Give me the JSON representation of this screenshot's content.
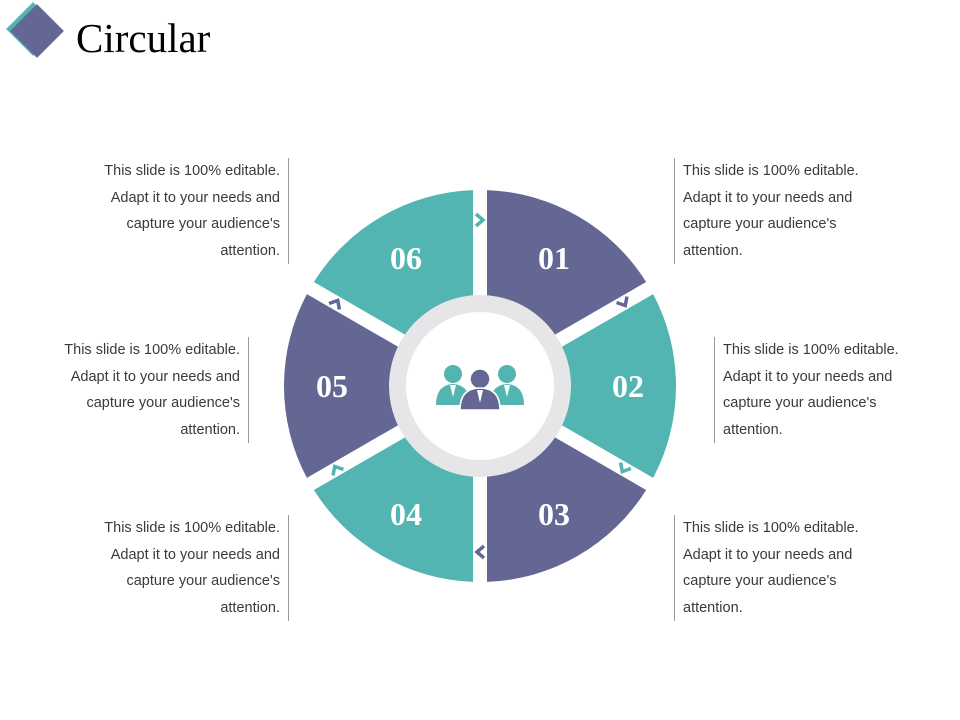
{
  "title": "Circular",
  "colors": {
    "teal": "#52b5b1",
    "purple": "#646694",
    "ring": "#e6e6e8",
    "diamond": "#646694",
    "diamond_shadow": "#52b5b1"
  },
  "segments": [
    {
      "number": "01",
      "color": "purple"
    },
    {
      "number": "02",
      "color": "teal"
    },
    {
      "number": "03",
      "color": "purple"
    },
    {
      "number": "04",
      "color": "teal"
    },
    {
      "number": "05",
      "color": "purple"
    },
    {
      "number": "06",
      "color": "teal"
    }
  ],
  "center_icon": "team-icon",
  "notes": [
    {
      "lines": [
        "This slide is 100% editable.",
        "Adapt it to your needs and",
        "capture your audience's",
        "attention."
      ]
    },
    {
      "lines": [
        "This slide is 100% editable.",
        "Adapt it to your needs and",
        "capture your audience's",
        "attention."
      ]
    },
    {
      "lines": [
        "This slide is 100% editable.",
        "Adapt it to your needs and",
        "capture your audience's",
        "attention."
      ]
    },
    {
      "lines": [
        "This slide is 100% editable.",
        "Adapt it to your needs and",
        "capture your audience's",
        "attention."
      ]
    },
    {
      "lines": [
        "This slide is 100% editable.",
        "Adapt it to your needs and",
        "capture your audience's",
        "attention."
      ]
    },
    {
      "lines": [
        "This slide is 100% editable.",
        "Adapt it to your needs and",
        "capture your audience's",
        "attention."
      ]
    }
  ]
}
